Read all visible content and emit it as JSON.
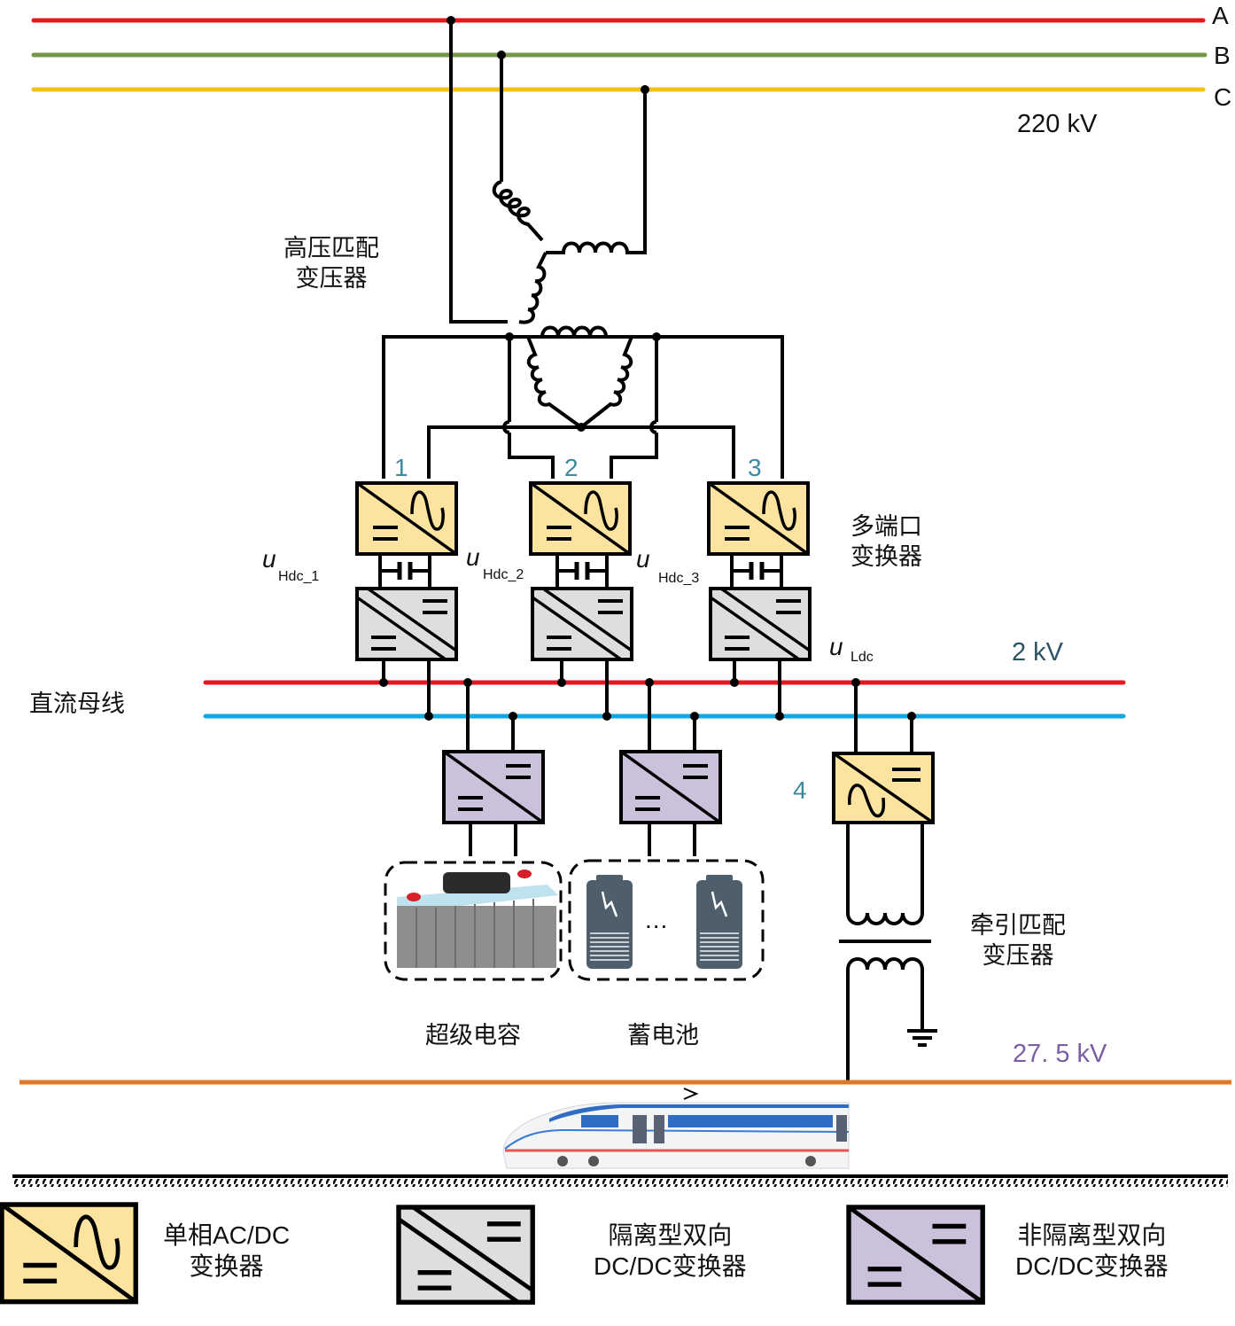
{
  "grid": {
    "phases": [
      {
        "label": "A",
        "color": "#e8171d"
      },
      {
        "label": "B",
        "color": "#76964a"
      },
      {
        "label": "C",
        "color": "#f2c21b"
      }
    ],
    "voltage_label": "220 kV"
  },
  "hv_transformer": {
    "label_line1": "高压匹配",
    "label_line2": "变压器"
  },
  "multiport_converter": {
    "label_line1": "多端口",
    "label_line2": "变换器"
  },
  "converter_numbers": [
    "1",
    "2",
    "3",
    "4"
  ],
  "dc_link_voltages": [
    {
      "var": "u",
      "sub": "Hdc_1"
    },
    {
      "var": "u",
      "sub": "Hdc_2"
    },
    {
      "var": "u",
      "sub": "Hdc_3"
    },
    {
      "var": "u",
      "sub": "Ldc"
    }
  ],
  "dc_bus": {
    "label": "直流母线",
    "voltage_label": "2 kV",
    "positive_color": "#e8171d",
    "negative_color": "#10a6e0",
    "voltage_color": "#2c5466"
  },
  "storage": {
    "supercap_label": "超级电容",
    "battery_label": "蓄电池",
    "battery_ellipsis": "..."
  },
  "traction_transformer": {
    "label_line1": "牵引匹配",
    "label_line2": "变压器"
  },
  "catenary": {
    "voltage_label": "27. 5 kV",
    "color": "#e07628",
    "voltage_color": "#7b5ea3"
  },
  "train": {
    "direction_marker": ">"
  },
  "legend": [
    {
      "type": "ac-dc",
      "line1": "单相AC/DC",
      "line2": "变换器",
      "fill": "#fce3a0"
    },
    {
      "type": "isolated-dc-dc",
      "line1": "隔离型双向",
      "line2": "DC/DC变换器",
      "fill": "#dedede"
    },
    {
      "type": "non-isolated-dc-dc",
      "line1": "非隔离型双向",
      "line2": "DC/DC变换器",
      "fill": "#cbc1da"
    }
  ]
}
